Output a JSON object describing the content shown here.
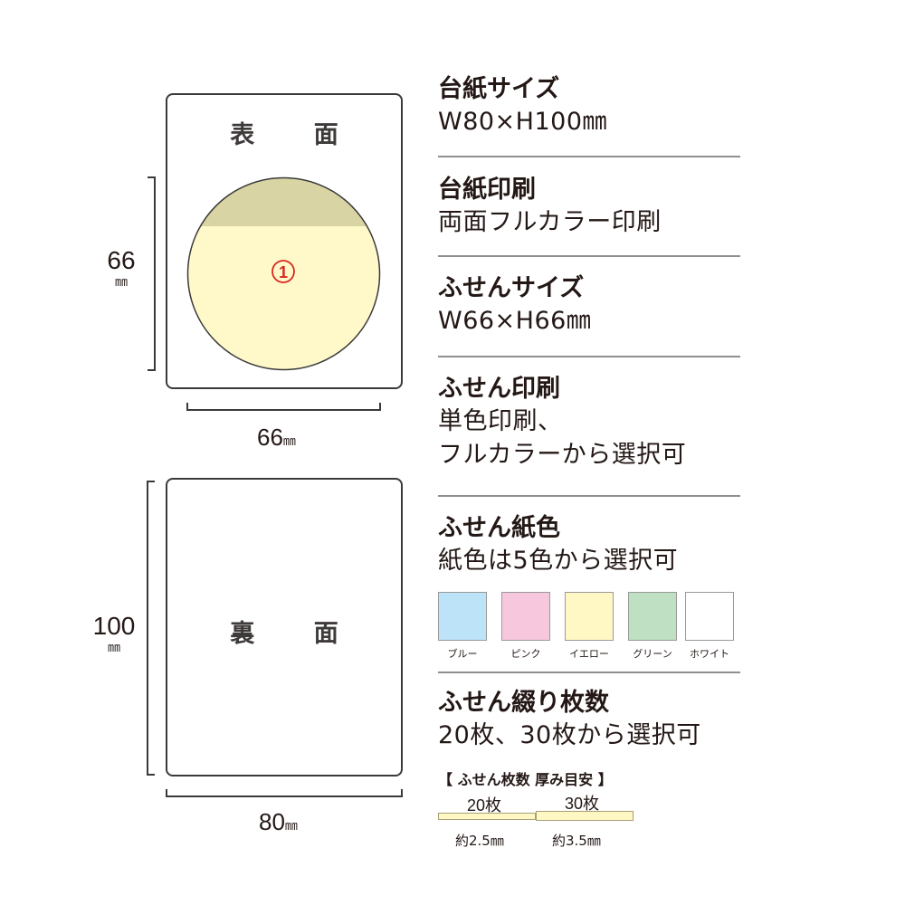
{
  "front": {
    "title": "表 面",
    "number_mark": "1",
    "colors": {
      "header_band": "#d8d4a4",
      "body": "#fff8c9",
      "number": "#d7281f"
    }
  },
  "back": {
    "title": "裏 面"
  },
  "dimensions": {
    "sticky_height": {
      "num": "66",
      "unit": "㎜"
    },
    "sticky_width": {
      "num": "66",
      "unit": "㎜"
    },
    "card_height": {
      "num": "100",
      "unit": "㎜"
    },
    "card_width": {
      "num": "80",
      "unit": "㎜"
    }
  },
  "specs": [
    {
      "head": "台紙サイズ",
      "values": [
        "W80×H100㎜"
      ]
    },
    {
      "head": "台紙印刷",
      "values": [
        "両面フルカラー印刷"
      ]
    },
    {
      "head": "ふせんサイズ",
      "values": [
        "W66×H66㎜"
      ]
    },
    {
      "head": "ふせん印刷",
      "values": [
        "単色印刷、",
        "フルカラーから選択可"
      ]
    },
    {
      "head": "ふせん紙色",
      "values": [
        "紙色は5色から選択可"
      ]
    },
    {
      "head": "ふせん綴り枚数",
      "values": [
        "20枚、30枚から選択可"
      ]
    }
  ],
  "paper_colors": [
    {
      "label": "ブルー",
      "color": "#bde3f8"
    },
    {
      "label": "ピンク",
      "color": "#f7c8dd"
    },
    {
      "label": "イエロー",
      "color": "#fff8c4"
    },
    {
      "label": "グリーン",
      "color": "#bfe0c3"
    },
    {
      "label": "ホワイト",
      "color": "#ffffff"
    }
  ],
  "thickness": {
    "title": "【 ふせん枚数 厚み目安 】",
    "items": [
      {
        "count": "20枚",
        "size": "約2.5㎜"
      },
      {
        "count": "30枚",
        "size": "約3.5㎜"
      }
    ]
  }
}
